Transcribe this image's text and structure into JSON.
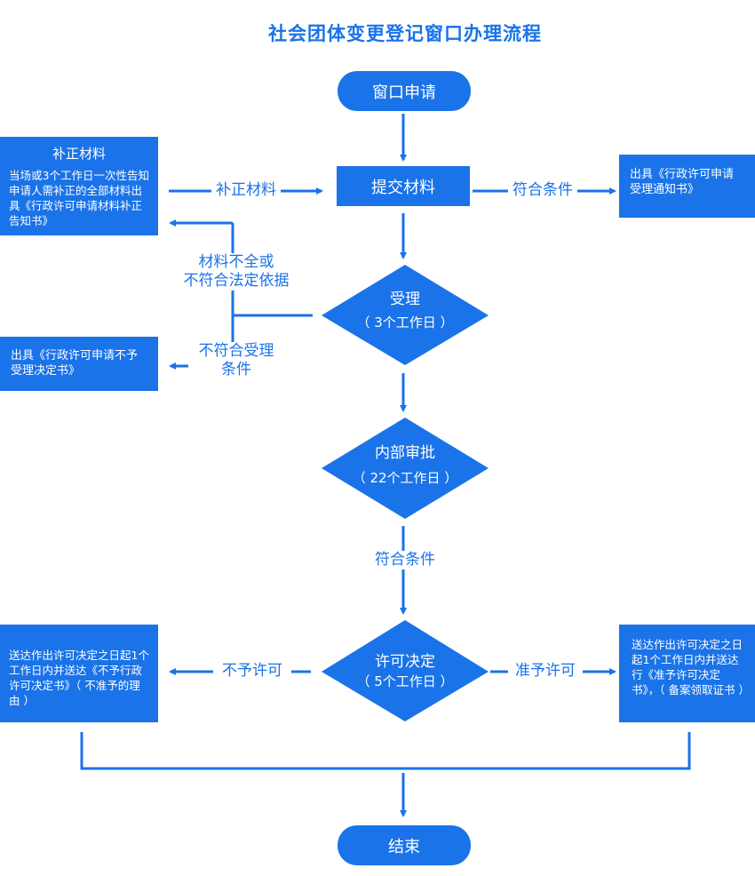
{
  "title": "社会团体变更登记窗口办理流程",
  "colors": {
    "primary": "#1a73e8",
    "background": "#ffffff",
    "text_on_primary": "#ffffff"
  },
  "nodes": {
    "start": "窗口申请",
    "submit": "提交材料",
    "accept": {
      "name": "受理",
      "days": "（ 3个工作日 ）"
    },
    "review": {
      "name": "内部审批",
      "days": "（ 22个工作日 ）"
    },
    "decision": {
      "name": "许可决定",
      "days": "（ 5个工作日 ）"
    },
    "end": "结束"
  },
  "boxes": {
    "supplement": {
      "title": "补正材料",
      "text": "当场或3个工作日一次性告知申请人需补正的全部材料出具《行政许可申请材料补正告知书》"
    },
    "accept_notice": {
      "text": "出具《行政许可申请受理通知书》"
    },
    "reject_notice": {
      "text": "出具《行政许可申请不予受理决定书》"
    },
    "deny": {
      "text": "送达作出许可决定之日起1个工作日内并送达《不予行政许可决定书》（ 不准予的理由 ）"
    },
    "grant": {
      "text": "送达作出许可决定之日起1个工作日内并送达行《准予许可决定书》，（ 备案领取证书 ）"
    }
  },
  "labels": {
    "supplement_arrow": "补正材料",
    "meets_conditions_1": "符合条件",
    "incomplete": "材料不全或\n不符合法定依据",
    "not_accepted": "不符合受理\n条件",
    "meets_conditions_2": "符合条件",
    "not_granted": "不予许可",
    "granted": "准予许可"
  }
}
